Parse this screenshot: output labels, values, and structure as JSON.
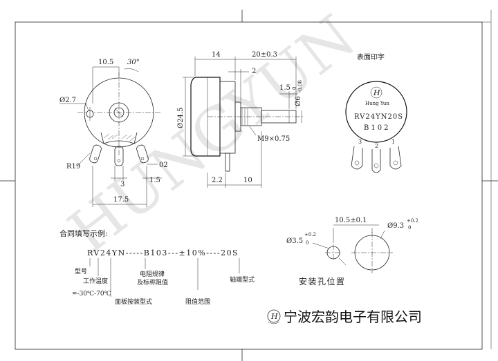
{
  "front_view": {
    "dim_width": "10.5",
    "dim_angle": "30°",
    "dim_hole": "Ø2.7",
    "dim_radius": "R19",
    "dim_pin_width": "02",
    "dim_pin_pitch": "3",
    "dim_pin_offset": "1.5",
    "dim_total_width": "17.5"
  },
  "side_view": {
    "dim_body": "14",
    "dim_shaft_len": "20±0.3",
    "dim_flat": "2",
    "dim_shaft_step": "1.5",
    "dim_shaft_dia": "Ø6",
    "dim_shaft_tol_upper": "0",
    "dim_shaft_tol_lower": "-0.08",
    "dim_body_dia": "Ø24.5",
    "dim_thread": "M9×0.75",
    "dim_bush_left": "2.2",
    "dim_bush_len": "10"
  },
  "marking_view": {
    "title": "表面印字",
    "brand": "Hung Yun",
    "logo_letter": "H",
    "line1": "RV24YN20S",
    "line2": "B102",
    "pin_labels": [
      "3",
      "2",
      "1"
    ]
  },
  "order_code": {
    "title": "合同填写示例:",
    "code": "RV24YN-----B103---±10%----20S",
    "label_model": "型号",
    "label_temp": "工作温度",
    "label_temp_range": "=-30℃-70℃",
    "label_mount": "面板按装型式",
    "label_taper": "电阻规律",
    "label_resistance": "及标称阻值",
    "label_tolerance": "阻值范围",
    "label_shaft": "轴端型式"
  },
  "mounting": {
    "dim_pitch": "10.5±0.1",
    "dim_small_hole": "Ø3.5",
    "dim_small_tol": "+0.2",
    "dim_small_tol_zero": "0",
    "dim_big_hole": "Ø9.3",
    "dim_big_tol": "+0.2",
    "dim_big_tol_zero": "0",
    "title": "安装孔位置"
  },
  "company": {
    "logo_letter": "H",
    "name": "宁波宏韵电子有限公司"
  },
  "watermark": "HUNGYUN"
}
